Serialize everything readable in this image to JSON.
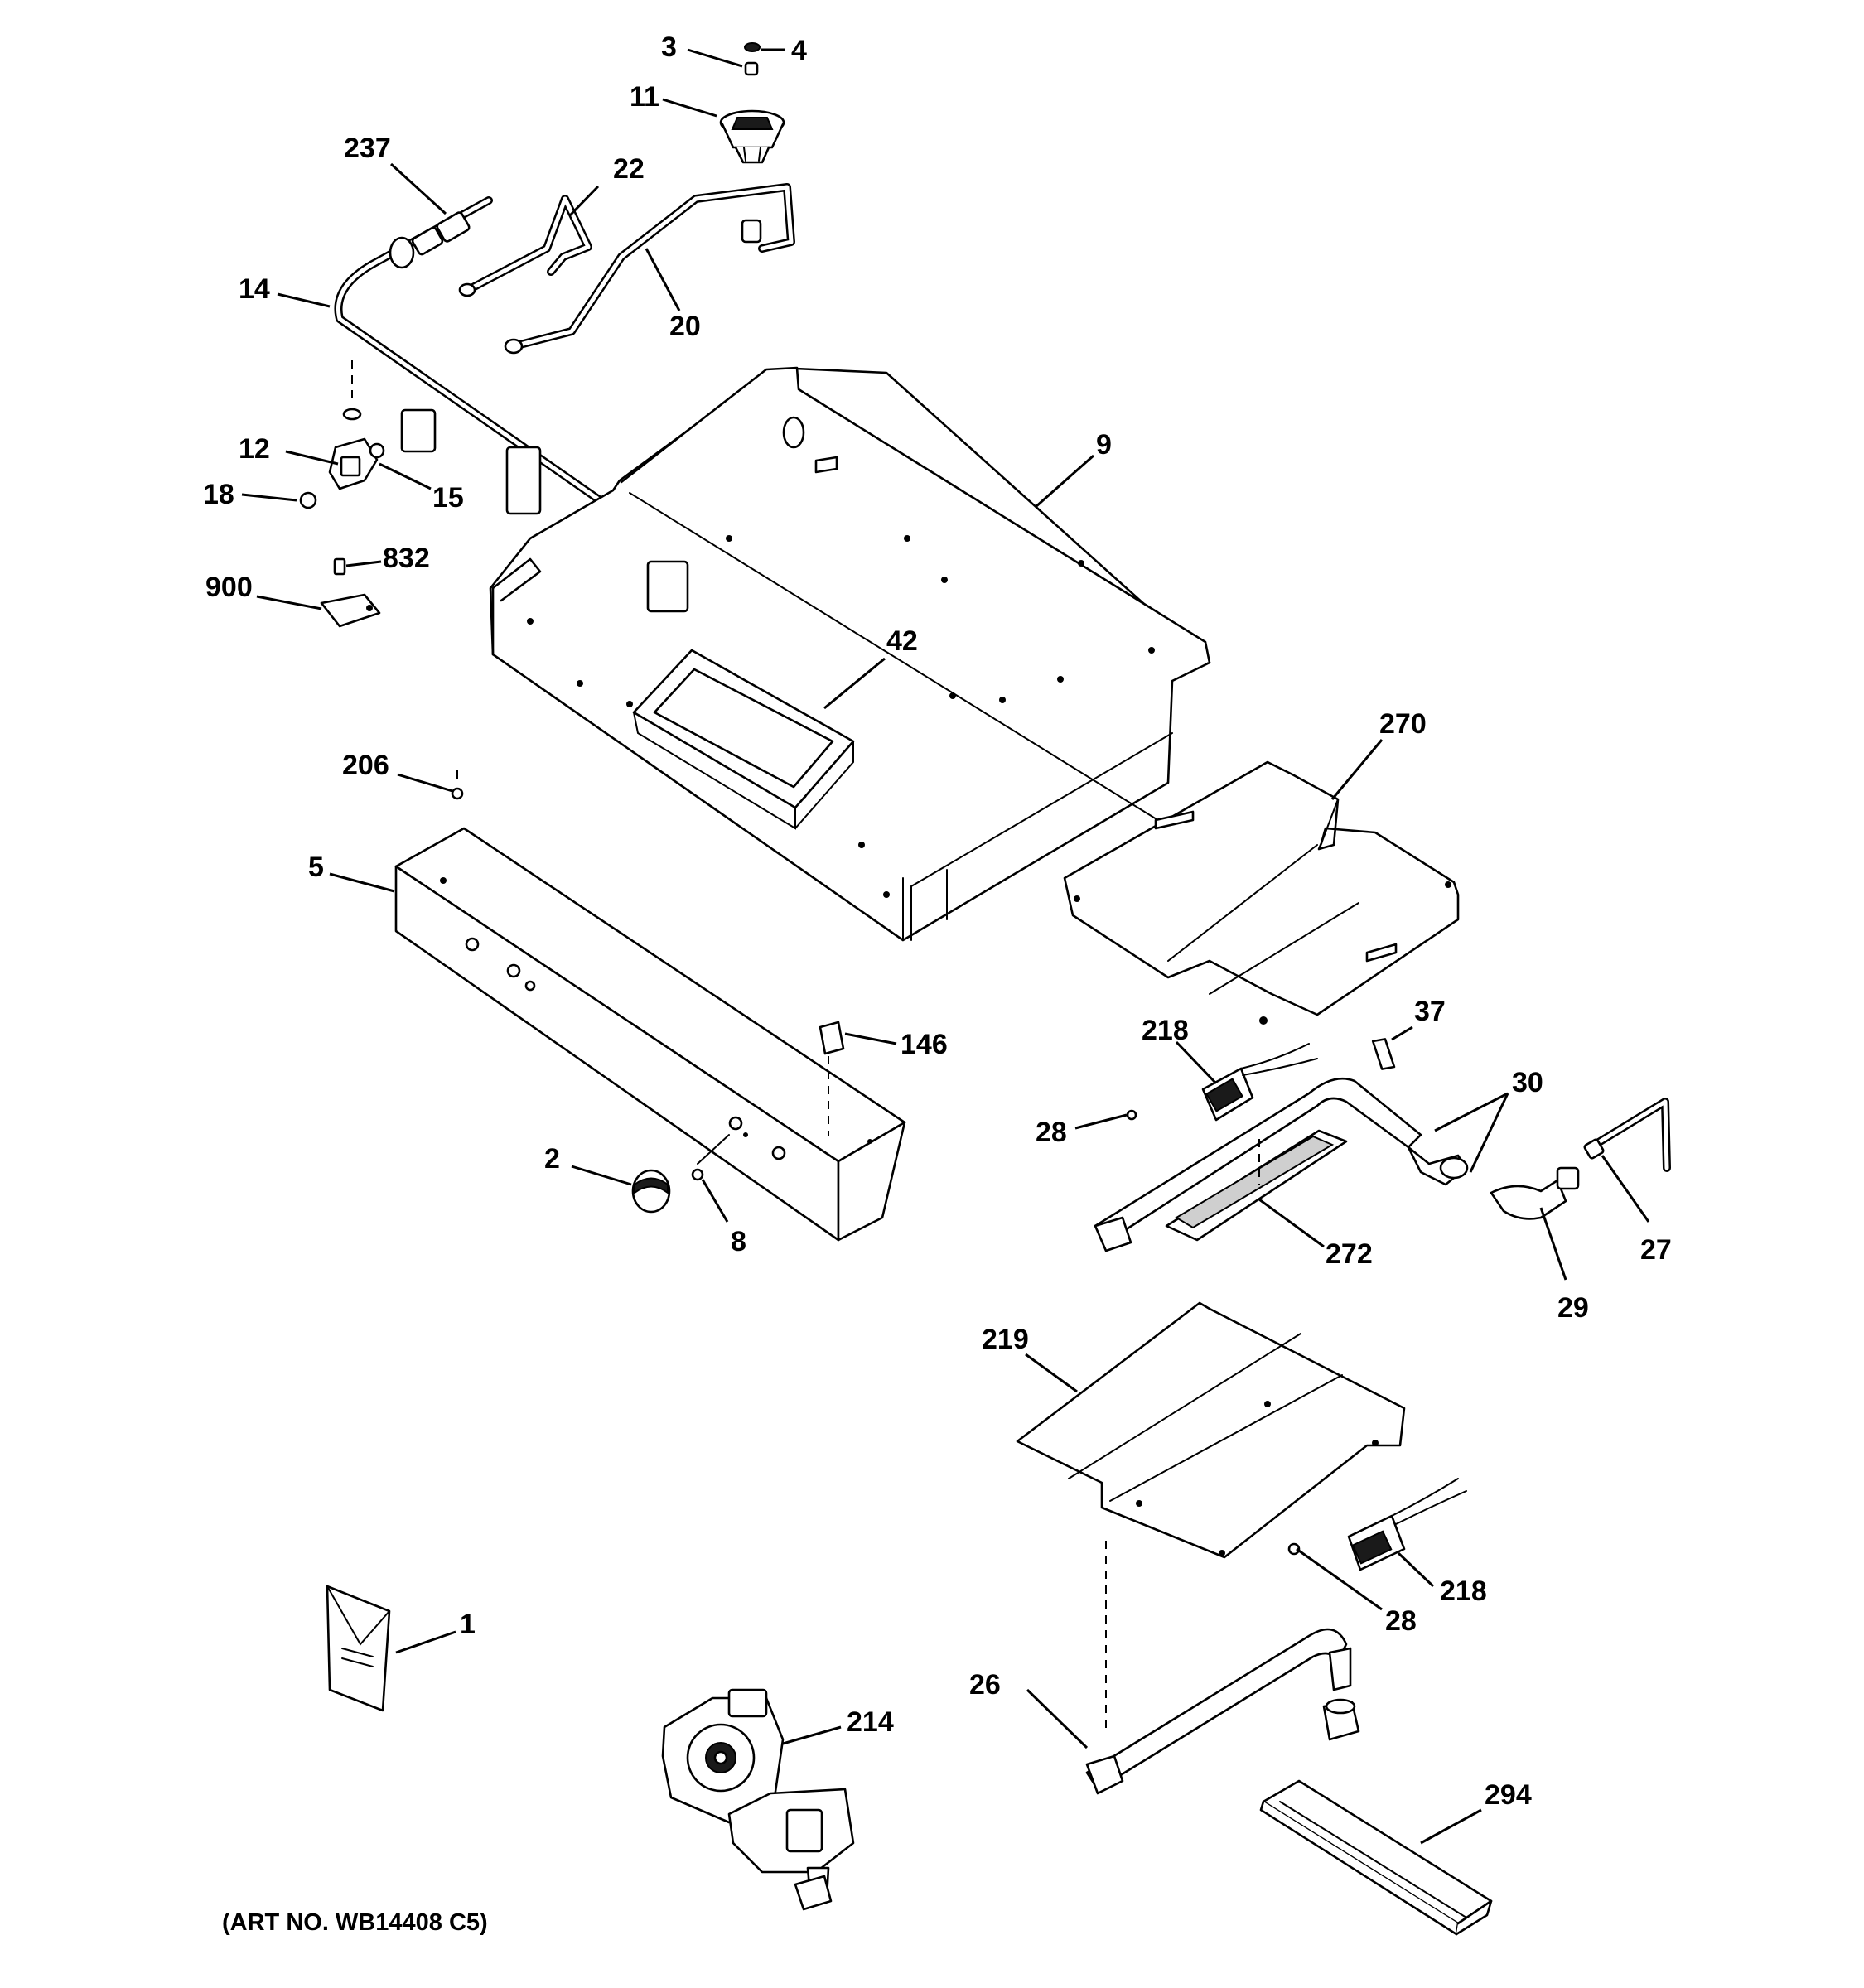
{
  "diagram": {
    "caption": "(ART NO. WB14408 C5)",
    "callouts": {
      "c3": "3",
      "c4": "4",
      "c11": "11",
      "c237": "237",
      "c22": "22",
      "c14": "14",
      "c20": "20",
      "c9": "9",
      "c12": "12",
      "c15": "15",
      "c18": "18",
      "c832": "832",
      "c900": "900",
      "c42": "42",
      "c270": "270",
      "c206": "206",
      "c5": "5",
      "c146": "146",
      "c37": "37",
      "c218a": "218",
      "c30": "30",
      "c28a": "28",
      "c2": "2",
      "c8": "8",
      "c272": "272",
      "c27": "27",
      "c29": "29",
      "c219": "219",
      "c218b": "218",
      "c28b": "28",
      "c1": "1",
      "c214": "214",
      "c26": "26",
      "c294": "294"
    }
  }
}
